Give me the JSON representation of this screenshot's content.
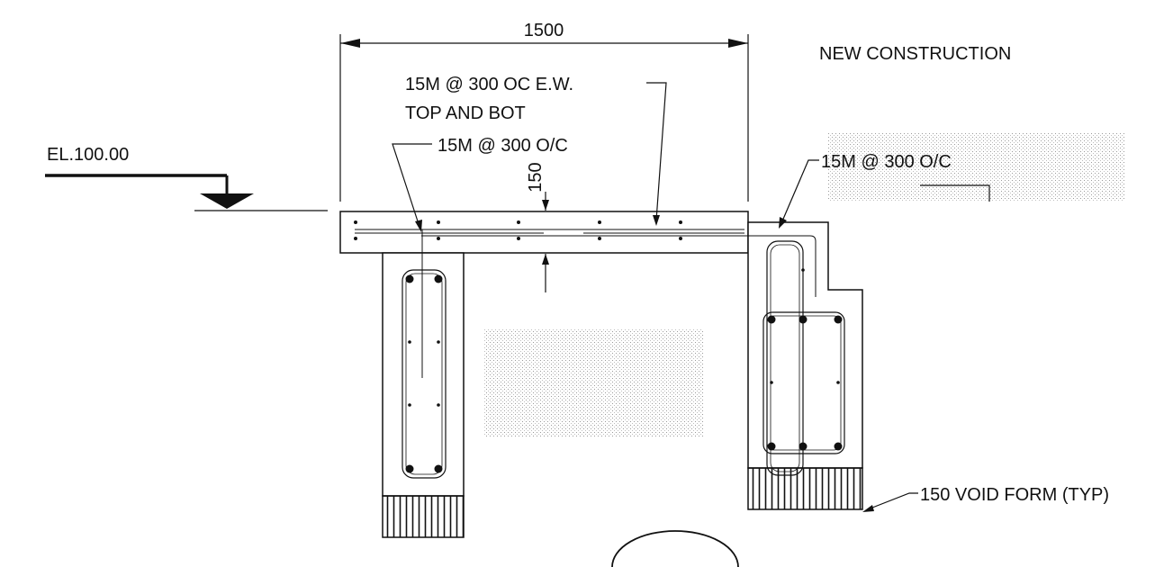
{
  "labels": {
    "overall_dimension": "1500",
    "slab_thickness": "150",
    "elevation": "EL.100.00",
    "rebar_top_bottom_line1": "15M @ 300 OC E.W.",
    "rebar_top_bottom_line2": "TOP AND BOT",
    "rebar_left_dowel": "15M @ 300 O/C",
    "rebar_right_dowel": "15M @ 300 O/C",
    "void_form": "150 VOID FORM (TYP)",
    "new_construction": "NEW CONSTRUCTION"
  },
  "colors": {
    "ink": "#111111",
    "screened_fill": "#dcdcdc"
  }
}
